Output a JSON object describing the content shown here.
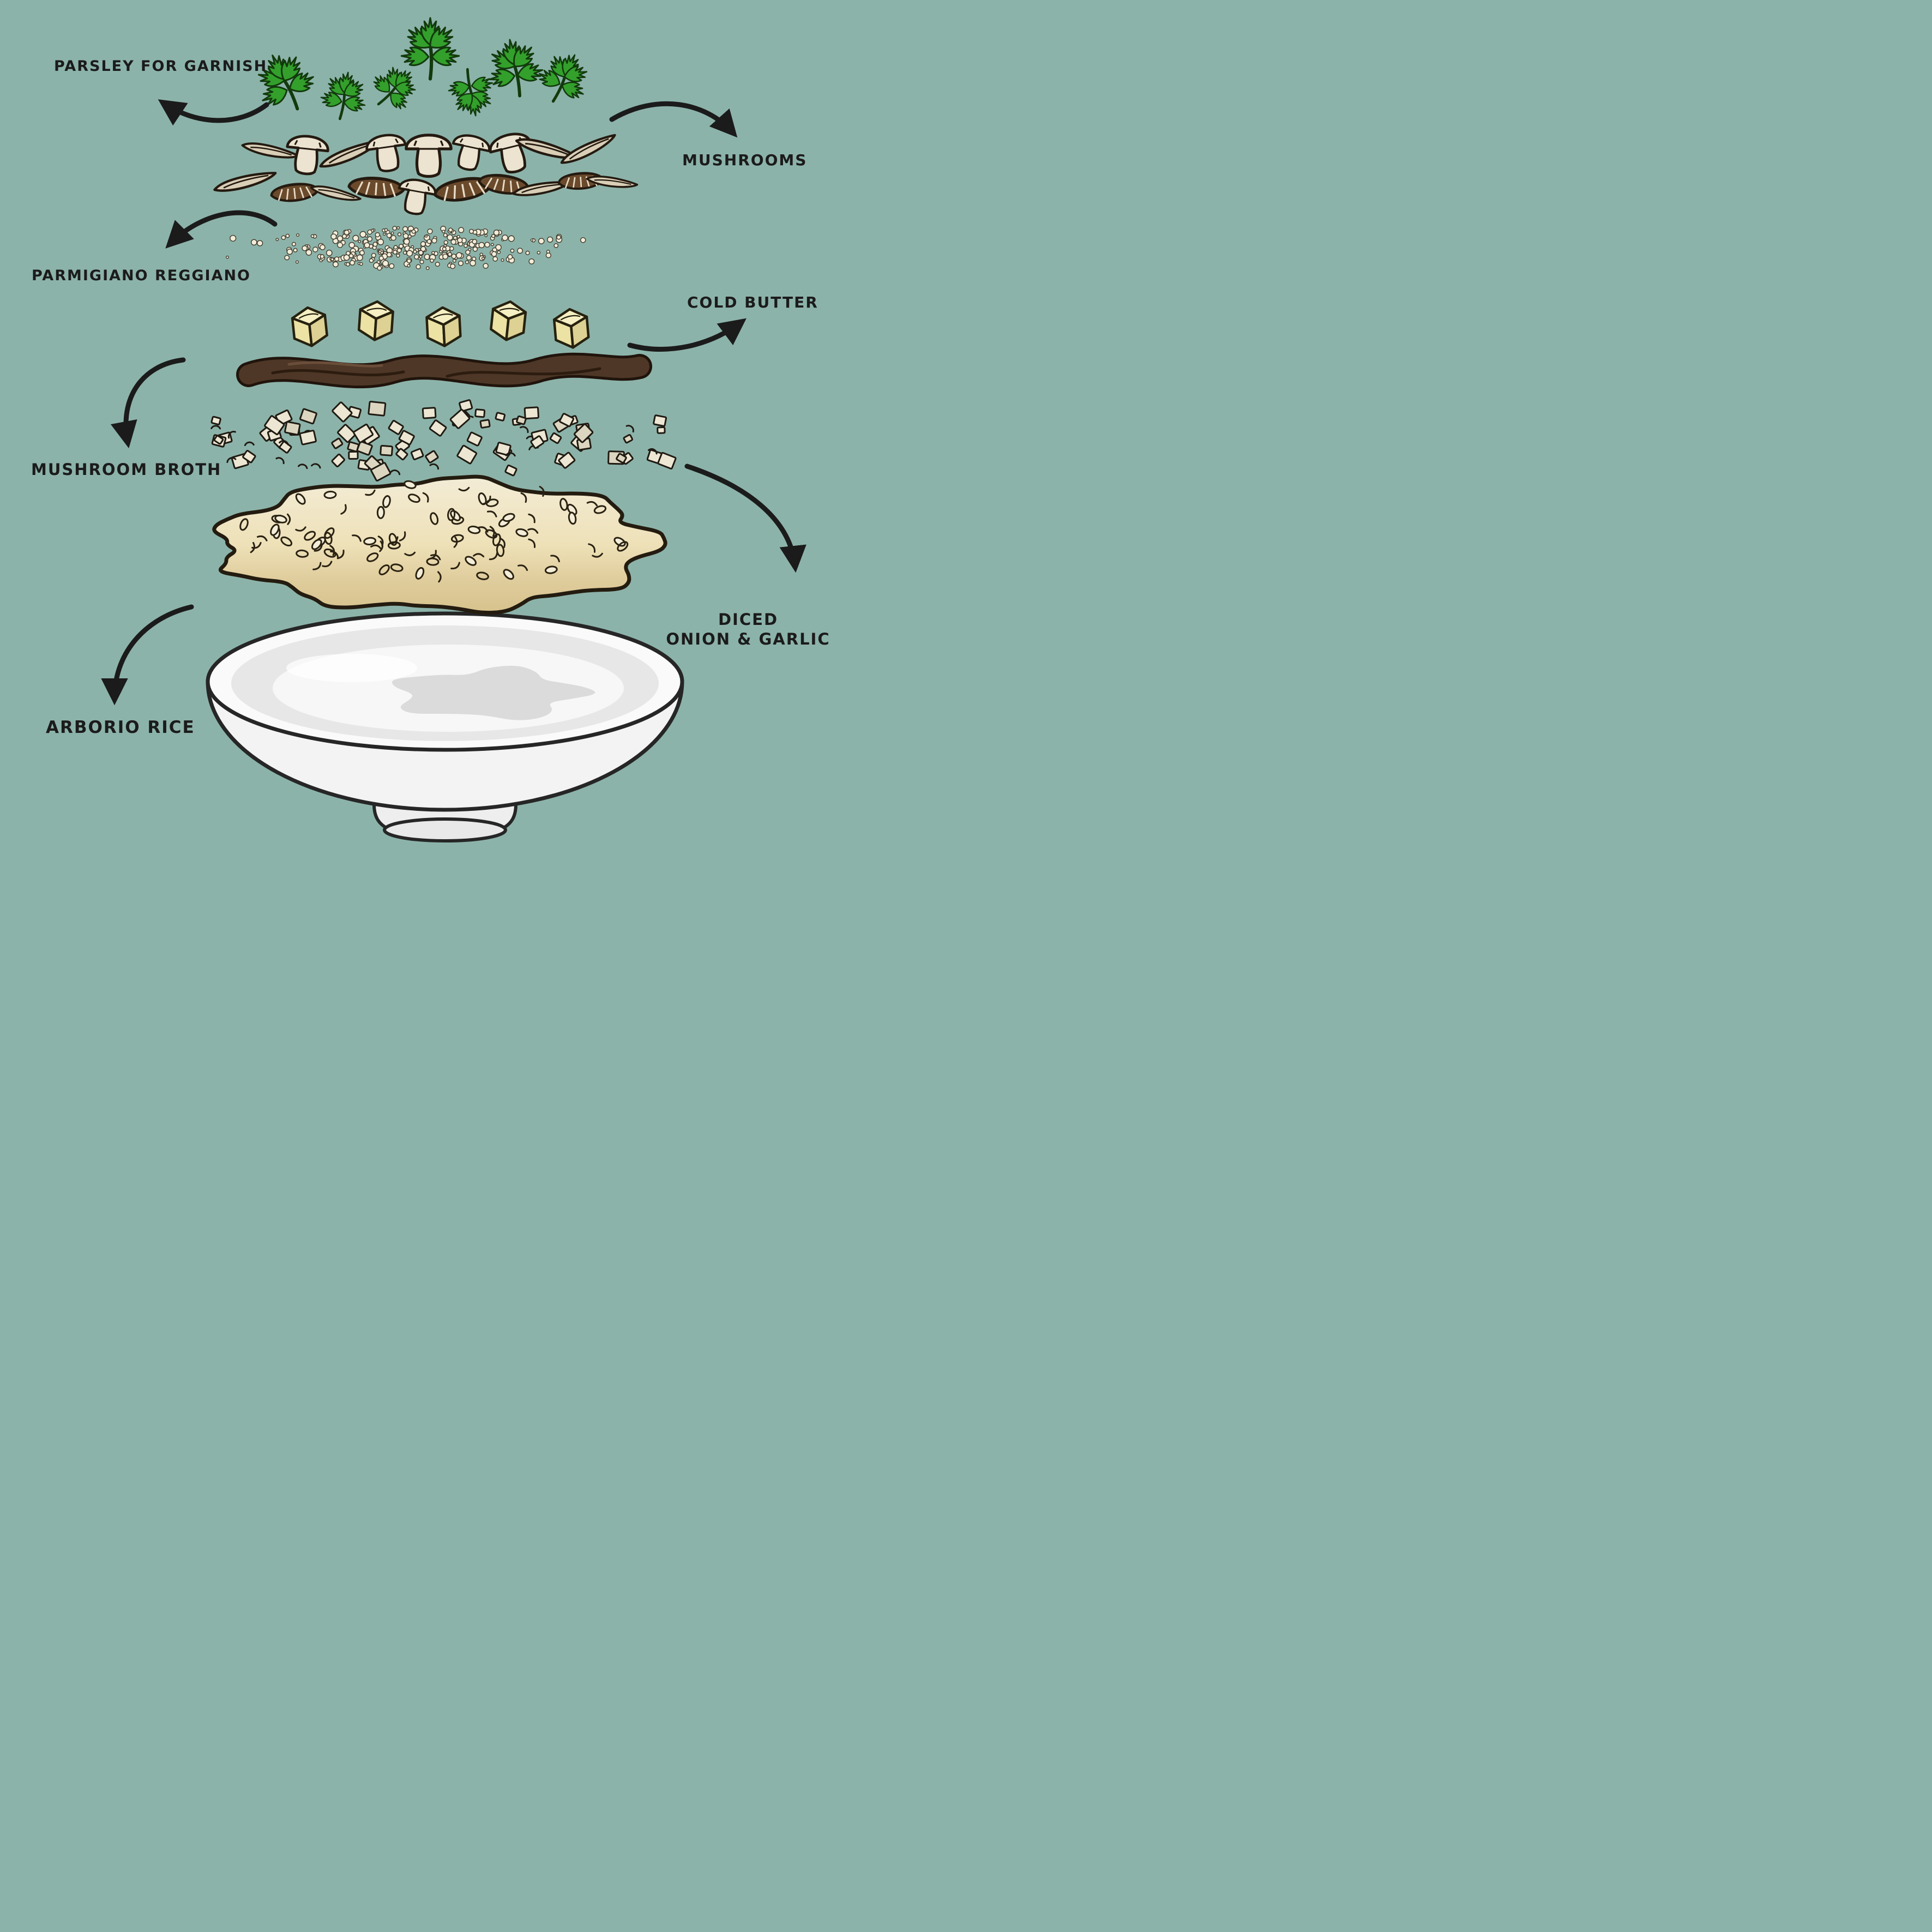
{
  "palette": {
    "background": "#8cb3aa",
    "ink": "#1b1b1b",
    "parsley_green": "#33a02c",
    "parsley_dark": "#123a0c",
    "mushroom_cream": "#ece3d0",
    "mushroom_tan": "#d9ceb6",
    "mushroom_brown": "#6b4a2c",
    "mushroom_dark": "#241a10",
    "parmesan": "#f2ecd9",
    "butter_top": "#f5efc3",
    "butter_left": "#ece2a4",
    "butter_right": "#ddd193",
    "butter_line": "#26210f",
    "broth": "#4e3726",
    "broth_dark": "#20140c",
    "onion": "#ece6d3",
    "rice_top": "#f3ecd6",
    "rice_bottom": "#d6c28c",
    "rice_line": "#241c10",
    "plate": "#f3f3f3",
    "plate_rim": "#fafafa",
    "plate_inner": "#e7e7e7",
    "plate_shadow": "#d7d7d7",
    "outline": "#262626"
  },
  "labels": {
    "parsley": "Parsley for Garnish",
    "mushrooms": "Mushrooms",
    "parmigiano": "Parmigiano Reggiano",
    "butter": "Cold Butter",
    "broth": "Mushroom Broth",
    "onion_line1": "Diced",
    "onion_line2": "Onion & Garlic",
    "rice": "Arborio Rice"
  },
  "layers": [
    {
      "id": "parsley-sprigs"
    },
    {
      "id": "mushroom-slices"
    },
    {
      "id": "parmesan-sprinkle"
    },
    {
      "id": "butter-cubes"
    },
    {
      "id": "broth-drizzle"
    },
    {
      "id": "diced-onion-garlic"
    },
    {
      "id": "rice-mound"
    },
    {
      "id": "plate"
    }
  ]
}
